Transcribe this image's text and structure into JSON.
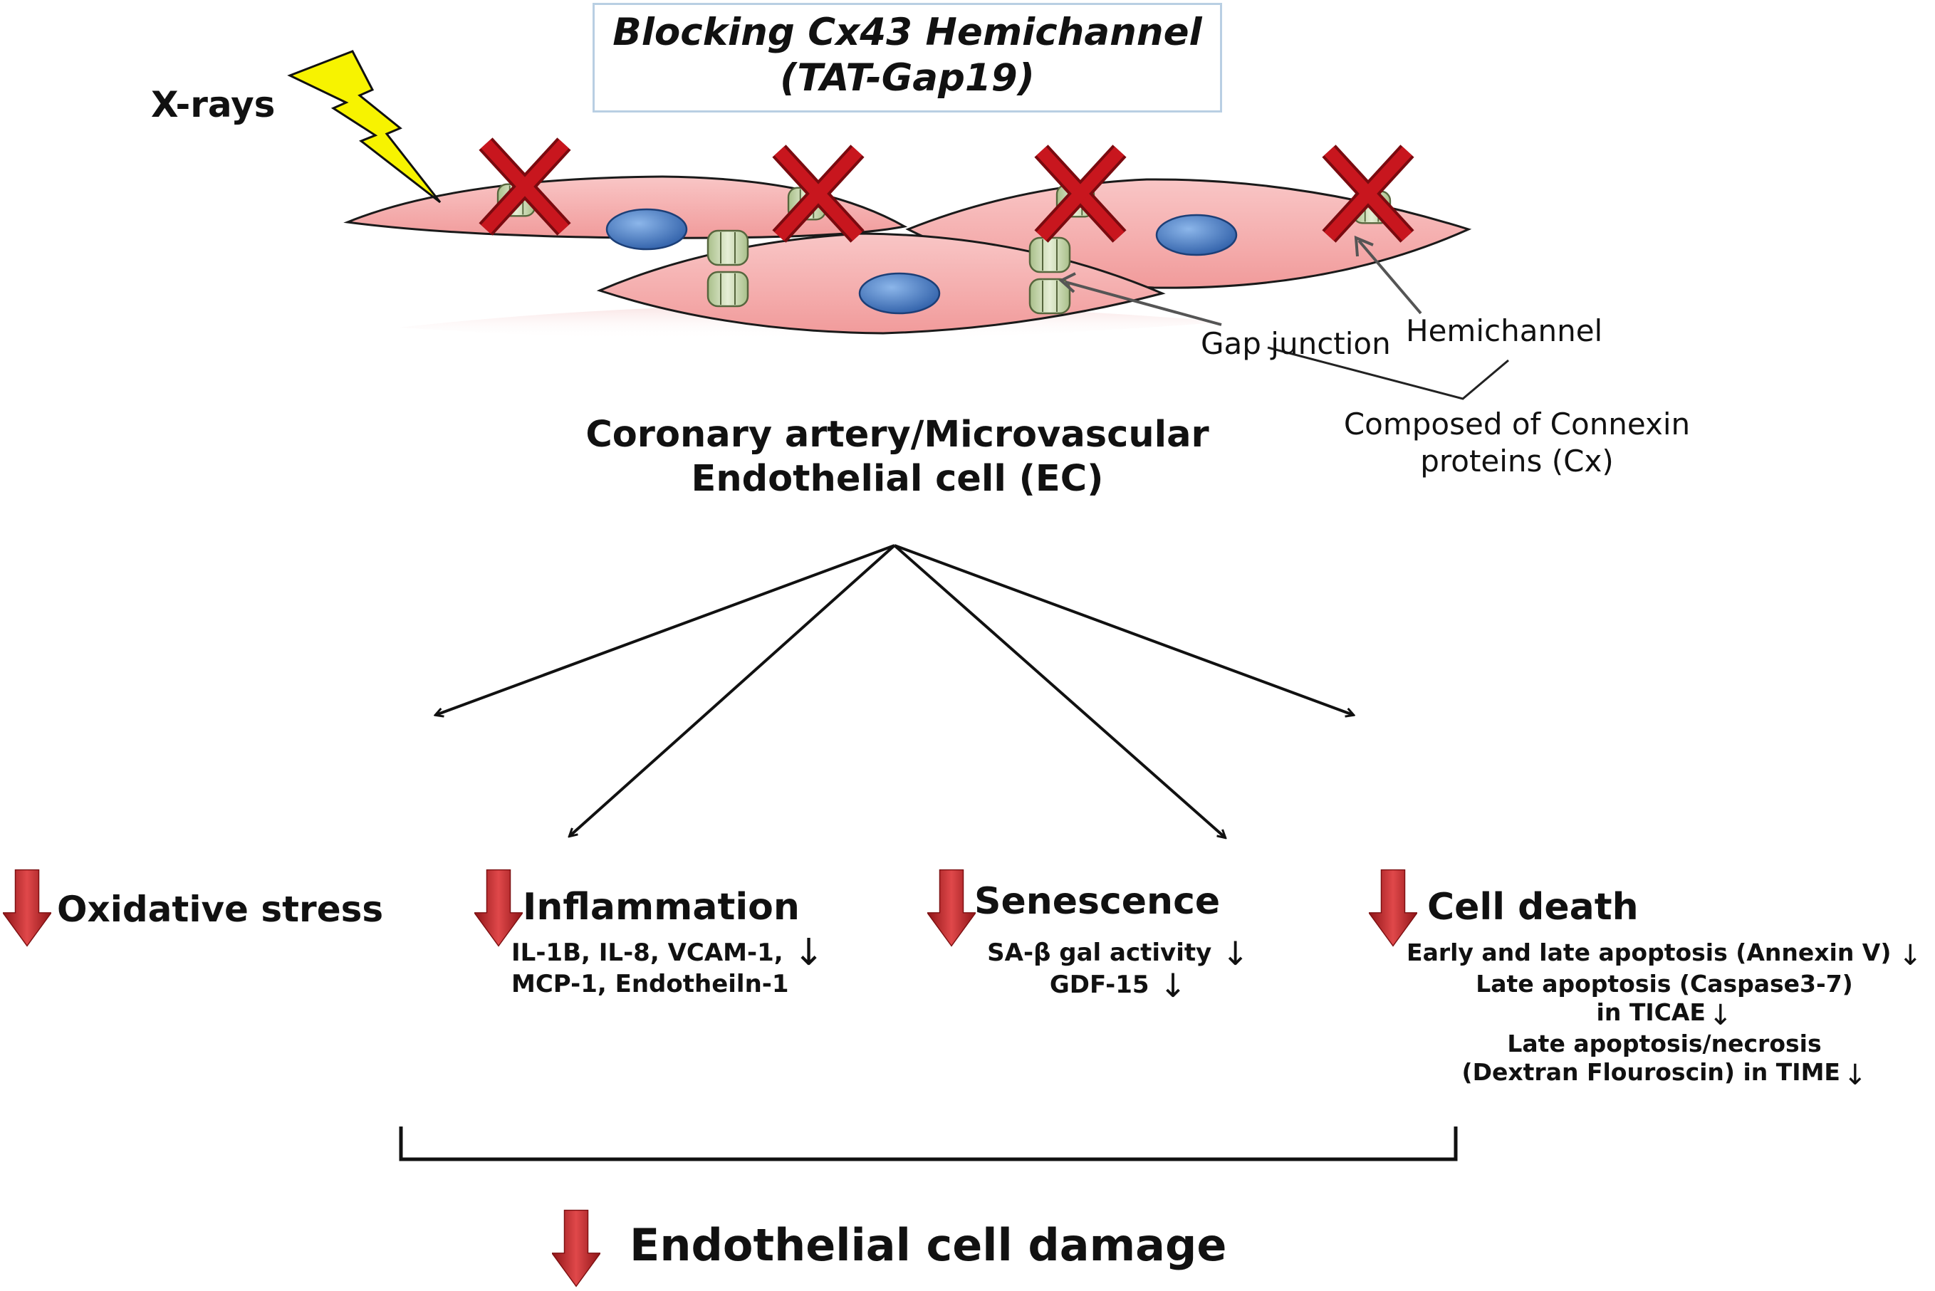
{
  "treatment": {
    "line1": "Blocking Cx43 Hemichannel",
    "line2": "(TAT-Gap19)"
  },
  "xrays_label": "X-rays",
  "labels": {
    "gap_junction": "Gap junction",
    "hemichannel": "Hemichannel",
    "composed_line1": "Composed of Connexin",
    "composed_line2": "proteins (Cx)"
  },
  "cell_type": {
    "line1": "Coronary artery/Microvascular",
    "line2": "Endothelial cell (EC)"
  },
  "effects": {
    "oxidative": {
      "title": "Oxidative stress"
    },
    "inflammation": {
      "title": "Inflammation",
      "detail1": "IL-1B, IL-8, VCAM-1,",
      "detail2": "MCP-1, Endotheiln-1"
    },
    "senescence": {
      "title": "Senescence",
      "detail1": "SA-β gal activity",
      "detail2": "GDF-15"
    },
    "cell_death": {
      "title": "Cell death",
      "detail1": "Early and late apoptosis (Annexin V)",
      "detail2": "Late apoptosis (Caspase3-7)",
      "detail3": "in TICAE",
      "detail4": "Late apoptosis/necrosis",
      "detail5": "(Dextran Flouroscin) in TIME"
    }
  },
  "outcome": "Endothelial cell damage",
  "decrease_glyph": "↓",
  "colors": {
    "cell_fill": "#f6b5b5",
    "cell_stroke": "#1a1a1a",
    "nucleus": "#4a7fc4",
    "connexin": "#c8d9b0",
    "x_mark": "#c8161e",
    "bolt": "#f7f300",
    "down_arrow": "#c0282a",
    "box_border": "#b9cfe3"
  }
}
